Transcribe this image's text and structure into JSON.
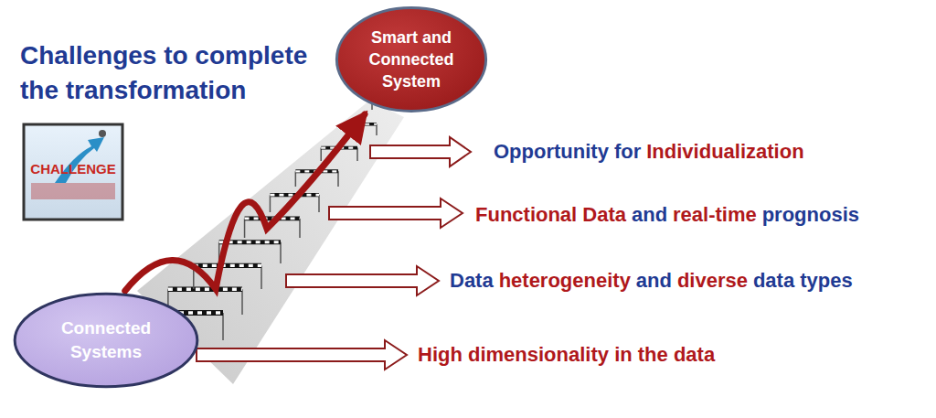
{
  "diagram": {
    "title": "Challenges to complete the transformation",
    "nodes": [
      {
        "text": [
          "Smart and Connected System"
        ]
      },
      {
        "text": [
          "Connected Systems"
        ]
      }
    ],
    "edges": [
      {
        "from": 1,
        "to": 0,
        "arrow": "to"
      }
    ],
    "labels": [
      "Opportunity for",
      "Individualization",
      "Functional Data",
      "and",
      "real-time",
      "prognosis",
      "Data",
      "heterogeneity",
      "and",
      "diverse",
      "data types",
      "High dimensionality in the data",
      "CHALLENGE"
    ]
  }
}
